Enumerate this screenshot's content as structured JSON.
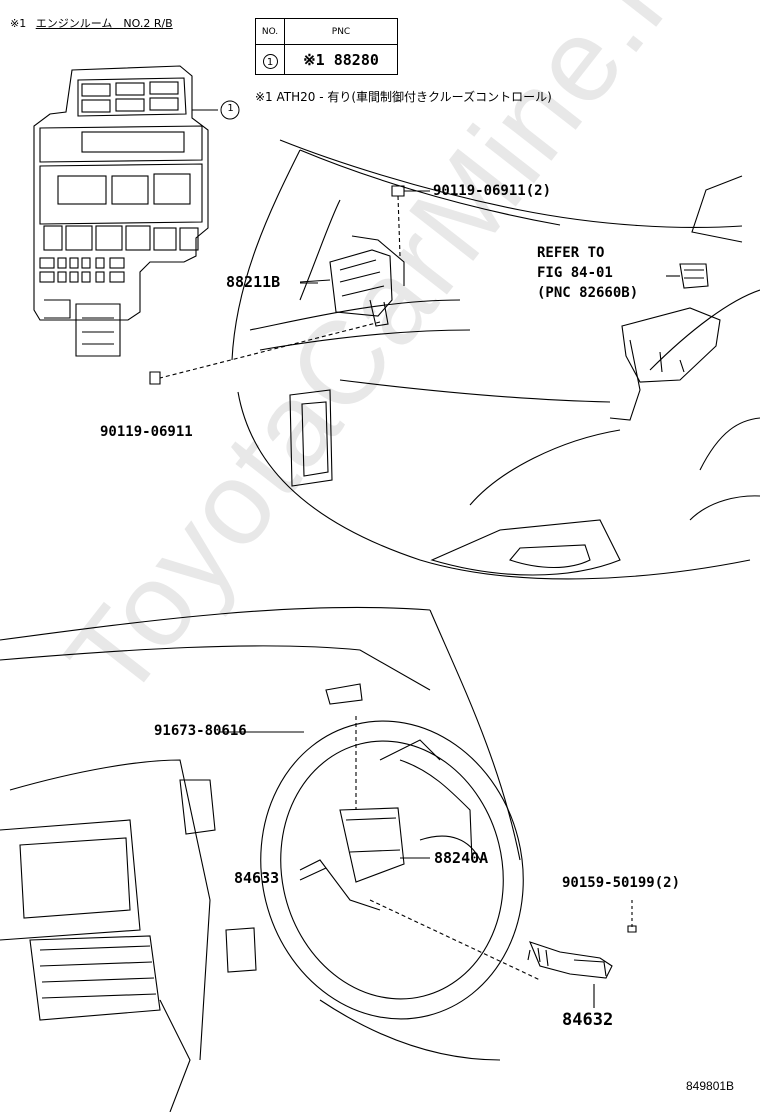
{
  "header_note": {
    "mark": "※1",
    "text": "エンジンルーム　NO.2 R/B"
  },
  "pnc_table": {
    "col_no": "NO.",
    "col_pnc": "PNC",
    "row_no": "1",
    "row_pnc": "※1 88280"
  },
  "footnote": "※1 ATH20 - 有り(車間制御付きクルーズコントロール)",
  "callouts": {
    "relay_box_ref": "1",
    "bolt_top": "90119-06911(2)",
    "sensor": "88211B",
    "refer_line1": "REFER TO",
    "refer_line2": "FIG 84-01",
    "refer_line3": "(PNC 82660B)",
    "bolt_left": "90119-06911",
    "screw": "91673-80616",
    "harness": "84633",
    "computer": "88240A",
    "screw_switch": "90159-50199(2)",
    "switch": "84632"
  },
  "figure_code": "849801B",
  "watermark": "ToyotaCarMine.ru"
}
